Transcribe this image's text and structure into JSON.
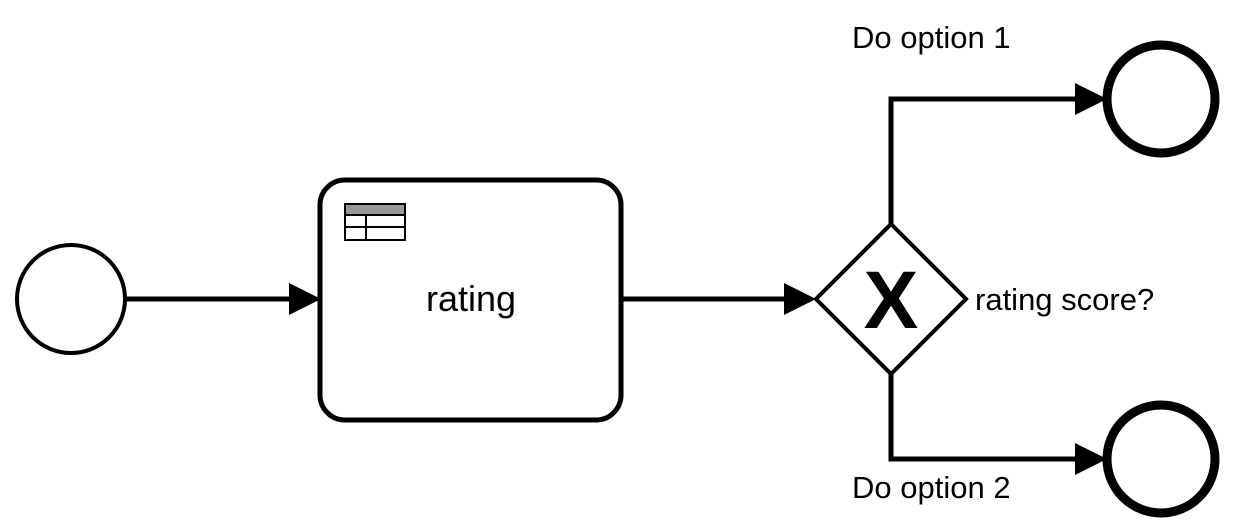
{
  "diagram": {
    "task": {
      "label": "rating",
      "icon": "business-rule-table-icon"
    },
    "gateway": {
      "marker": "X",
      "label": "rating score?"
    },
    "flows": {
      "option1_label": "Do option 1",
      "option2_label": "Do option 2"
    }
  }
}
